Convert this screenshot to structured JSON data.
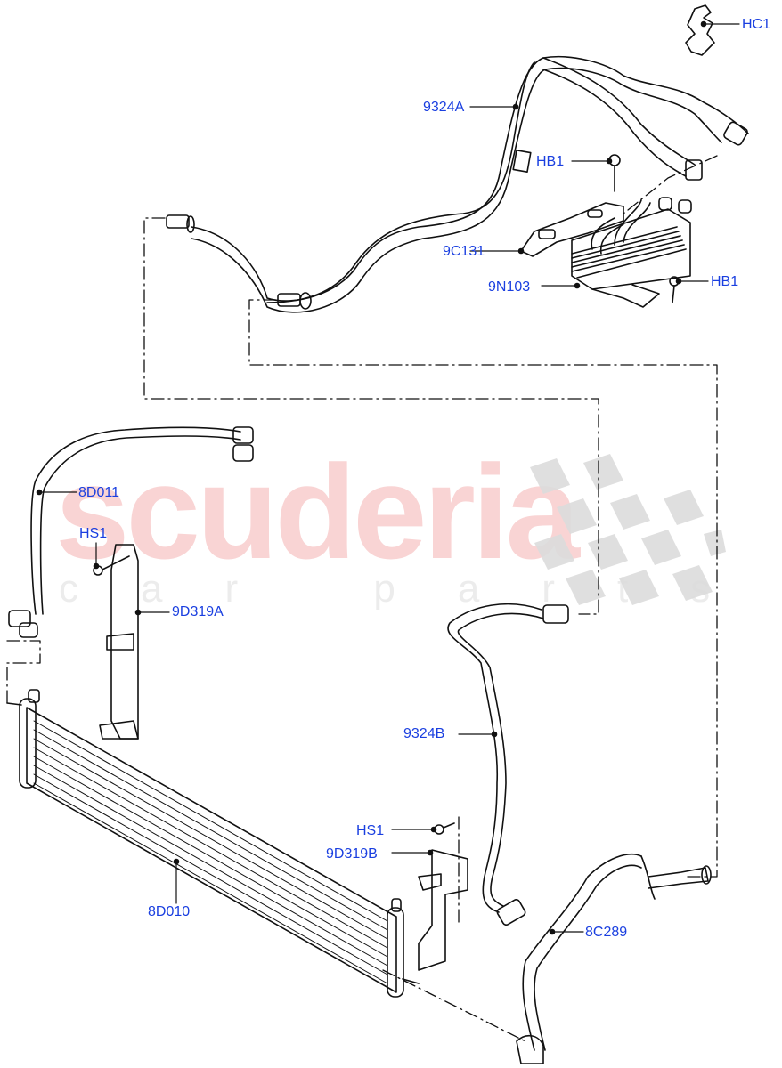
{
  "watermark": {
    "brand": "scuderia",
    "sub": "car parts",
    "brand_color": "#f9d4d4",
    "flag_color": "#d9d9d9"
  },
  "label_color": "#1a3fe0",
  "callouts": [
    {
      "id": "HC1",
      "text": "HC1"
    },
    {
      "id": "9324A",
      "text": "9324A"
    },
    {
      "id": "HB1_top",
      "text": "HB1"
    },
    {
      "id": "9C131",
      "text": "9C131"
    },
    {
      "id": "9N103",
      "text": "9N103"
    },
    {
      "id": "HB1_right",
      "text": "HB1"
    },
    {
      "id": "8D011",
      "text": "8D011"
    },
    {
      "id": "HS1_left",
      "text": "HS1"
    },
    {
      "id": "9D319A",
      "text": "9D319A"
    },
    {
      "id": "9324B",
      "text": "9324B"
    },
    {
      "id": "HS1_right",
      "text": "HS1"
    },
    {
      "id": "9D319B",
      "text": "9D319B"
    },
    {
      "id": "8D010",
      "text": "8D010"
    },
    {
      "id": "8C289",
      "text": "8C289"
    }
  ]
}
